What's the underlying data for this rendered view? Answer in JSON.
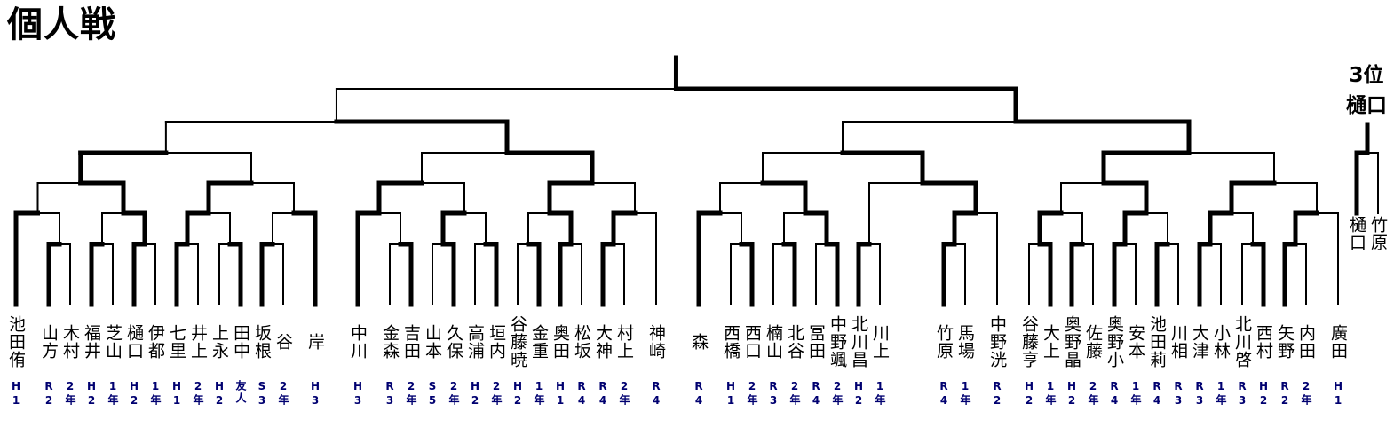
{
  "title": "個人戦",
  "players": [
    {
      "name": "池田侑",
      "tag": "H1"
    },
    {
      "name": "山方",
      "tag": "R2"
    },
    {
      "name": "木村",
      "tag": "2年"
    },
    {
      "name": "福井",
      "tag": "H2"
    },
    {
      "name": "芝山",
      "tag": "1年"
    },
    {
      "name": "樋口",
      "tag": "H2"
    },
    {
      "name": "伊都",
      "tag": "1年"
    },
    {
      "name": "七里",
      "tag": "H1"
    },
    {
      "name": "井上",
      "tag": "2年"
    },
    {
      "name": "上永",
      "tag": "H2"
    },
    {
      "name": "田中",
      "tag": "友人"
    },
    {
      "name": "坂根",
      "tag": "S3"
    },
    {
      "name": "谷",
      "tag": "2年"
    },
    {
      "name": "岸",
      "tag": "H3"
    },
    {
      "name": "中川",
      "tag": "H3"
    },
    {
      "name": "金森",
      "tag": "R3"
    },
    {
      "name": "吉田",
      "tag": "2年"
    },
    {
      "name": "山本",
      "tag": "S5"
    },
    {
      "name": "久保",
      "tag": "2年"
    },
    {
      "name": "高浦",
      "tag": "H2"
    },
    {
      "name": "垣内",
      "tag": "2年"
    },
    {
      "name": "谷藤暁",
      "tag": "H2"
    },
    {
      "name": "金重",
      "tag": "1年"
    },
    {
      "name": "奥田",
      "tag": "H1"
    },
    {
      "name": "松坂",
      "tag": "R4"
    },
    {
      "name": "大神",
      "tag": "R4"
    },
    {
      "name": "村上",
      "tag": "2年"
    },
    {
      "name": "神崎",
      "tag": "R4"
    },
    {
      "name": "森",
      "tag": "R4"
    },
    {
      "name": "西橋",
      "tag": "H1"
    },
    {
      "name": "西口",
      "tag": "2年"
    },
    {
      "name": "楠山",
      "tag": "R3"
    },
    {
      "name": "北谷",
      "tag": "2年"
    },
    {
      "name": "冨田",
      "tag": "R4"
    },
    {
      "name": "中野颯",
      "tag": "2年"
    },
    {
      "name": "北川昌",
      "tag": "H2"
    },
    {
      "name": "川上",
      "tag": "1年"
    },
    {
      "name": "竹原",
      "tag": "R4"
    },
    {
      "name": "馬場",
      "tag": "1年"
    },
    {
      "name": "中野洸",
      "tag": "R2"
    },
    {
      "name": "谷藤亨",
      "tag": "H2"
    },
    {
      "name": "大上",
      "tag": "1年"
    },
    {
      "name": "奥野晶",
      "tag": "H2"
    },
    {
      "name": "佐藤",
      "tag": "2年"
    },
    {
      "name": "奥野小",
      "tag": "R4"
    },
    {
      "name": "安本",
      "tag": "1年"
    },
    {
      "name": "池田莉",
      "tag": "R4"
    },
    {
      "name": "川相",
      "tag": "R3"
    },
    {
      "name": "大津",
      "tag": "R3"
    },
    {
      "name": "小林",
      "tag": "1年"
    },
    {
      "name": "北川啓",
      "tag": "R3"
    },
    {
      "name": "西村",
      "tag": "H2"
    },
    {
      "name": "矢野",
      "tag": "R2"
    },
    {
      "name": "内田",
      "tag": "2年"
    },
    {
      "name": "廣田",
      "tag": "H1"
    }
  ],
  "bracket": {
    "w": 1,
    "m": [
      {
        "w": 1,
        "m": [
          {
            "w": 0,
            "m": [
              {
                "w": 1,
                "m": [
                  {
                    "w": 0,
                    "m": [
                      0,
                      {
                        "w": 0,
                        "m": [
                          1,
                          2
                        ]
                      }
                    ]
                  },
                  {
                    "w": 1,
                    "m": [
                      {
                        "w": 0,
                        "m": [
                          3,
                          4
                        ]
                      },
                      {
                        "w": 0,
                        "m": [
                          5,
                          6
                        ]
                      }
                    ]
                  }
                ]
              },
              {
                "w": 0,
                "m": [
                  {
                    "w": 0,
                    "m": [
                      {
                        "w": 0,
                        "m": [
                          7,
                          8
                        ]
                      },
                      {
                        "w": 1,
                        "m": [
                          9,
                          10
                        ]
                      }
                    ]
                  },
                  {
                    "w": 1,
                    "m": [
                      {
                        "w": 0,
                        "m": [
                          11,
                          12
                        ]
                      },
                      13
                    ]
                  }
                ]
              }
            ]
          },
          {
            "w": 1,
            "m": [
              {
                "w": 0,
                "m": [
                  {
                    "w": 0,
                    "m": [
                      14,
                      {
                        "w": 1,
                        "m": [
                          15,
                          16
                        ]
                      }
                    ]
                  },
                  {
                    "w": 0,
                    "m": [
                      {
                        "w": 1,
                        "m": [
                          17,
                          18
                        ]
                      },
                      {
                        "w": 1,
                        "m": [
                          19,
                          20
                        ]
                      }
                    ]
                  }
                ]
              },
              {
                "w": 0,
                "m": [
                  {
                    "w": 1,
                    "m": [
                      {
                        "w": 1,
                        "m": [
                          21,
                          22
                        ]
                      },
                      {
                        "w": 0,
                        "m": [
                          23,
                          24
                        ]
                      }
                    ]
                  },
                  {
                    "w": 0,
                    "m": [
                      {
                        "w": 0,
                        "m": [
                          25,
                          26
                        ]
                      },
                      27
                    ]
                  }
                ]
              }
            ]
          }
        ]
      },
      {
        "w": 1,
        "m": [
          {
            "w": 1,
            "m": [
              {
                "w": 1,
                "m": [
                  {
                    "w": 0,
                    "m": [
                      28,
                      {
                        "w": 1,
                        "m": [
                          29,
                          30
                        ]
                      }
                    ]
                  },
                  {
                    "w": 1,
                    "m": [
                      {
                        "w": 1,
                        "m": [
                          31,
                          32
                        ]
                      },
                      {
                        "w": 1,
                        "m": [
                          33,
                          34
                        ]
                      }
                    ]
                  }
                ]
              },
              {
                "w": 1,
                "m": [
                  {
                    "w": 0,
                    "m": [
                      35,
                      36
                    ]
                  },
                  {
                    "w": 0,
                    "m": [
                      {
                        "w": 0,
                        "m": [
                          37,
                          38
                        ]
                      },
                      39
                    ]
                  }
                ]
              }
            ]
          },
          {
            "w": 0,
            "m": [
              {
                "w": 1,
                "m": [
                  {
                    "w": 0,
                    "m": [
                      {
                        "w": 1,
                        "m": [
                          40,
                          41
                        ]
                      },
                      {
                        "w": 0,
                        "m": [
                          42,
                          43
                        ]
                      }
                    ]
                  },
                  {
                    "w": 0,
                    "m": [
                      {
                        "w": 0,
                        "m": [
                          44,
                          45
                        ]
                      },
                      {
                        "w": 0,
                        "m": [
                          46,
                          47
                        ]
                      }
                    ]
                  }
                ]
              },
              {
                "w": 0,
                "m": [
                  {
                    "w": 0,
                    "m": [
                      {
                        "w": 0,
                        "m": [
                          48,
                          49
                        ]
                      },
                      {
                        "w": 1,
                        "m": [
                          50,
                          51
                        ]
                      }
                    ]
                  },
                  {
                    "w": 0,
                    "m": [
                      {
                        "w": 0,
                        "m": [
                          52,
                          53
                        ]
                      },
                      54
                    ]
                  }
                ]
              }
            ]
          }
        ]
      }
    ]
  },
  "third_place": {
    "label": "3位",
    "winner": "樋口",
    "players": [
      "樋口",
      "竹原"
    ],
    "winner_index": 0
  }
}
